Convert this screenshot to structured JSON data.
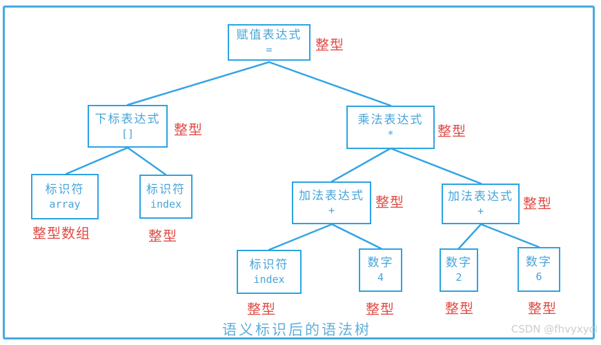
{
  "caption": "语义标识后的语法树",
  "watermark": "CSDN @fhvyxyci",
  "colors": {
    "node_border_blue": "#2ba2e3",
    "node_text_blue": "#47a4da",
    "type_label_red": "#e04b45",
    "caption_blue": "#5fafd9",
    "frame_blue": "#45a9e2",
    "watermark_gray": "#c9cdd0"
  },
  "nodes": {
    "root": {
      "title": "赋值表达式",
      "op": "=",
      "type": "整型"
    },
    "subscript": {
      "title": "下标表达式",
      "op": "[]",
      "type": "整型"
    },
    "multiply": {
      "title": "乘法表达式",
      "op": "*",
      "type": "整型"
    },
    "id_array": {
      "title": "标识符",
      "op": "array",
      "type": "整型数组"
    },
    "id_index_left": {
      "title": "标识符",
      "op": "index",
      "type": "整型"
    },
    "add_left": {
      "title": "加法表达式",
      "op": "+",
      "type": "整型"
    },
    "add_right": {
      "title": "加法表达式",
      "op": "+",
      "type": "整型"
    },
    "id_index_bottom": {
      "title": "标识符",
      "op": "index",
      "type": "整型"
    },
    "num_4": {
      "title": "数字",
      "op": "4",
      "type": "整型"
    },
    "num_2": {
      "title": "数字",
      "op": "2",
      "type": "整型"
    },
    "num_6": {
      "title": "数字",
      "op": "6",
      "type": "整型"
    }
  },
  "tree": {
    "root": "赋值表达式",
    "edges": [
      [
        "赋值表达式 =",
        "下标表达式 []"
      ],
      [
        "赋值表达式 =",
        "乘法表达式 *"
      ],
      [
        "下标表达式 []",
        "标识符 array"
      ],
      [
        "下标表达式 []",
        "标识符 index"
      ],
      [
        "乘法表达式 *",
        "加法表达式 + (左)"
      ],
      [
        "乘法表达式 *",
        "加法表达式 + (右)"
      ],
      [
        "加法表达式 + (左)",
        "标识符 index"
      ],
      [
        "加法表达式 + (左)",
        "数字 4"
      ],
      [
        "加法表达式 + (右)",
        "数字 2"
      ],
      [
        "加法表达式 + (右)",
        "数字 6"
      ]
    ]
  }
}
